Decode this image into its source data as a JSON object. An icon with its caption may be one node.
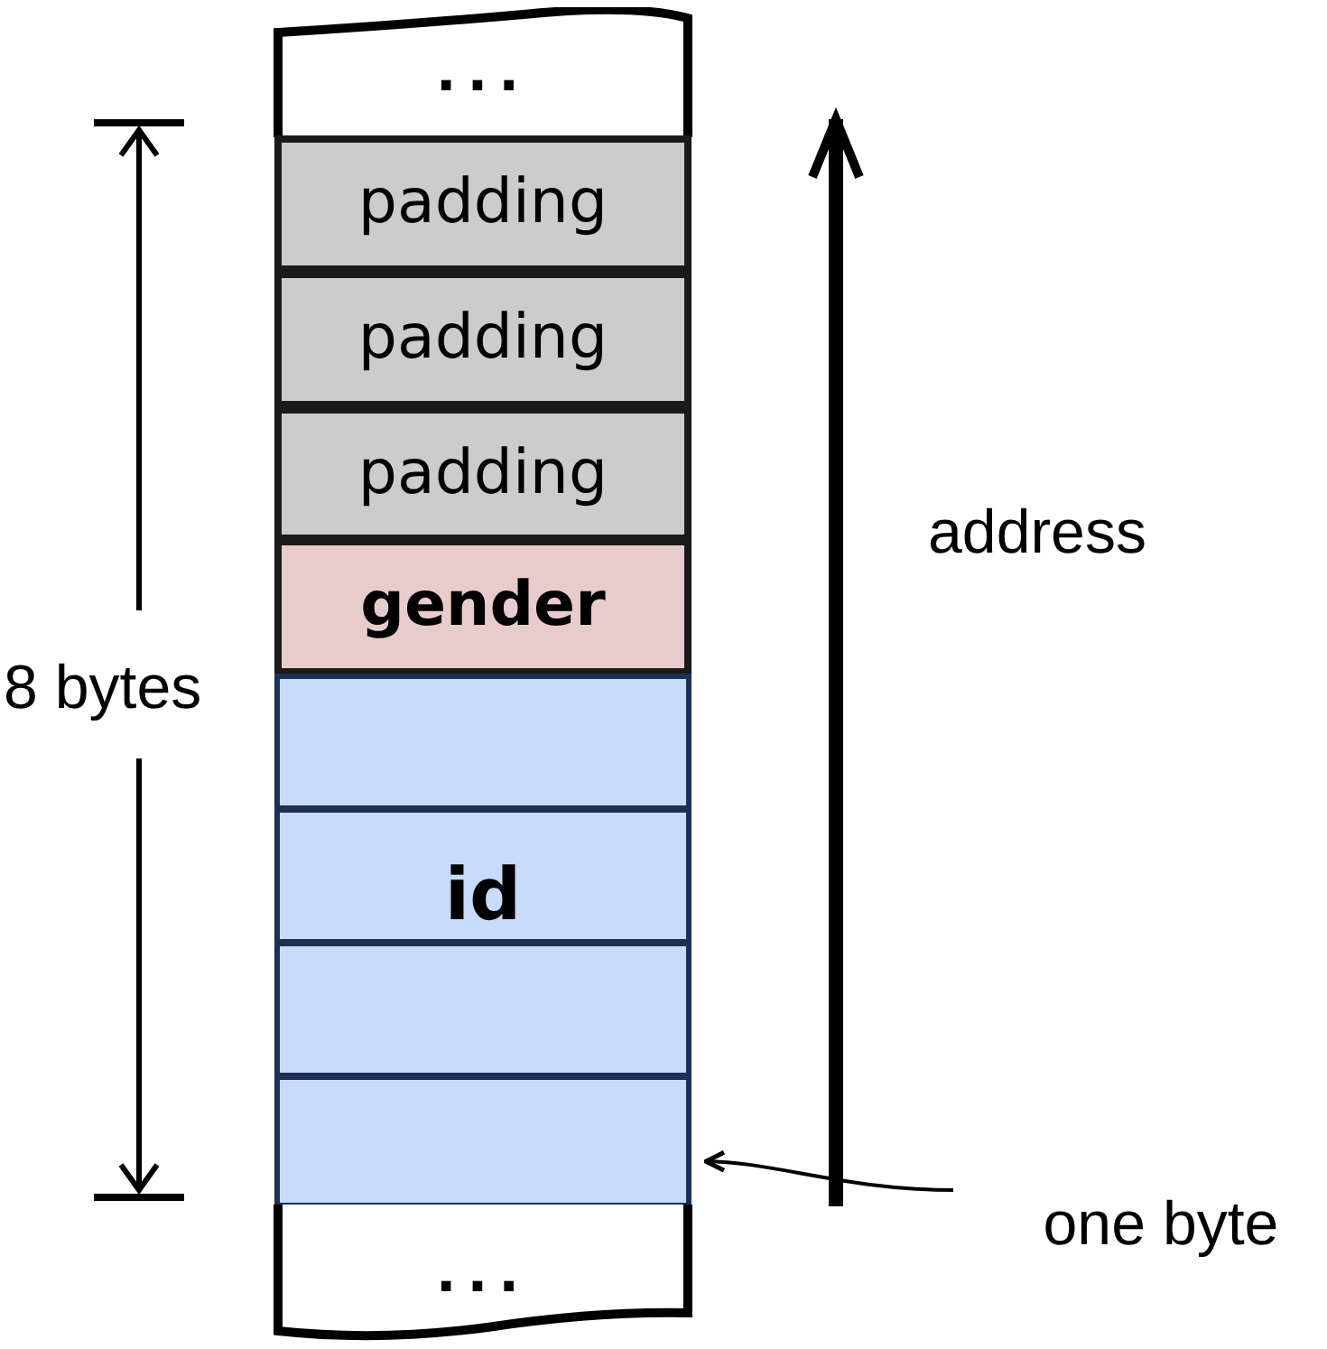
{
  "diagram": {
    "nodes": [
      {
        "text": [
          "..."
        ]
      },
      {
        "text": [
          "padding"
        ]
      },
      {
        "text": [
          "padding"
        ]
      },
      {
        "text": [
          "padding"
        ]
      },
      {
        "text": [
          "gender"
        ]
      },
      {
        "text": [],
        "shape": "box"
      },
      {
        "text": [
          "id"
        ]
      },
      {
        "text": [],
        "shape": "box"
      },
      {
        "text": [],
        "shape": "box"
      },
      {
        "text": [
          "..."
        ]
      },
      {
        "text": [
          "one byte"
        ]
      }
    ],
    "edges": [
      {
        "from": 10,
        "to": 8,
        "arrow": "to"
      }
    ],
    "labels": [
      "8 bytes",
      "address"
    ]
  }
}
